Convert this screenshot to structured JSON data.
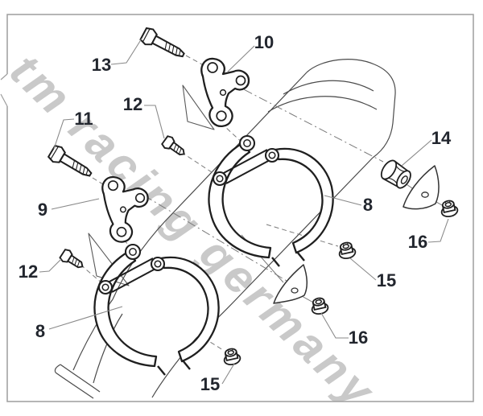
{
  "diagram": {
    "watermark": "tm racing germany",
    "labels": [
      {
        "text": "13"
      },
      {
        "text": "10"
      },
      {
        "text": "12"
      },
      {
        "text": "11"
      },
      {
        "text": "9"
      },
      {
        "text": "12"
      },
      {
        "text": "8"
      },
      {
        "text": "8"
      },
      {
        "text": "14"
      },
      {
        "text": "16"
      },
      {
        "text": "15"
      },
      {
        "text": "16"
      },
      {
        "text": "15"
      }
    ],
    "colors": {
      "label": "#22262e",
      "watermark": "#c9c9c9",
      "bold-line": "#1f1f1f",
      "thin-line": "#4a4a4a",
      "leader": "#8a8a8a",
      "border": "#9e9e9e",
      "background": "#ffffff"
    }
  }
}
